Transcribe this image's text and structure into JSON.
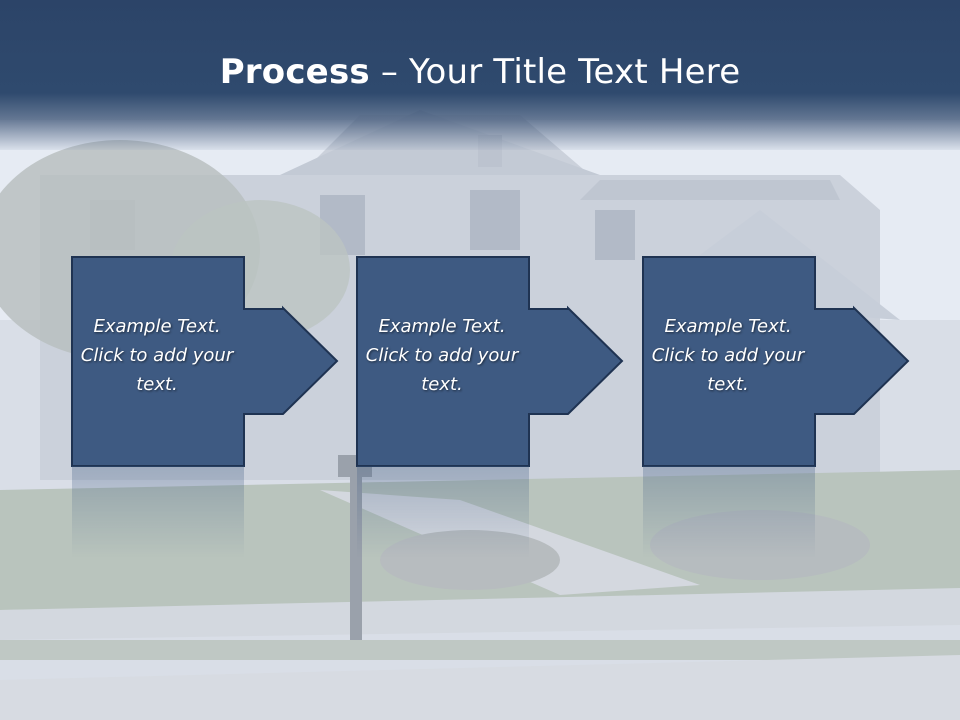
{
  "slide": {
    "title_bold": "Process",
    "title_rest": " – Your Title Text Here",
    "colors": {
      "title_bar": "#2f4a6e",
      "step_fill": "#3e5a82",
      "step_border": "#1f3352",
      "text": "#ffffff"
    }
  },
  "steps": [
    {
      "label": "Example Text. Click  to add your text.",
      "icon": "right-arrow-icon"
    },
    {
      "label": "Example Text. Click  to add your text.",
      "icon": "right-arrow-icon"
    },
    {
      "label": "Example Text. Click  to add your text.",
      "icon": "right-arrow-icon"
    }
  ],
  "background": {
    "icon": "house-photo-icon"
  }
}
